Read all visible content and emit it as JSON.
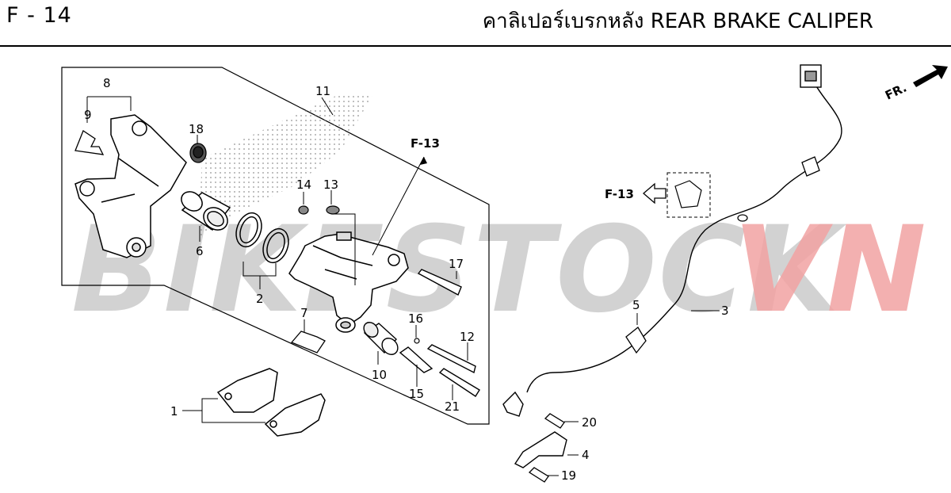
{
  "header": {
    "page_code": "F - 14",
    "title": "คาลิเปอร์เบรกหลัง  REAR BRAKE CALIPER"
  },
  "watermark": {
    "part1": "BIKESTOCK",
    "part2": "VN",
    "color_gray": "#c8c8c8",
    "color_red": "#f2a3a3"
  },
  "direction": {
    "label": "FR."
  },
  "references": {
    "ref_top": "F-13",
    "ref_left": "F-13"
  },
  "callouts": {
    "p1": "1",
    "p2": "2",
    "p3": "3",
    "p4": "4",
    "p5": "5",
    "p6": "6",
    "p7": "7",
    "p8": "8",
    "p9": "9",
    "p10": "10",
    "p11": "11",
    "p12": "12",
    "p13": "13",
    "p14": "14",
    "p15": "15",
    "p16": "16",
    "p17": "17",
    "p18": "18",
    "p19": "19",
    "p20": "20",
    "p21": "21"
  }
}
